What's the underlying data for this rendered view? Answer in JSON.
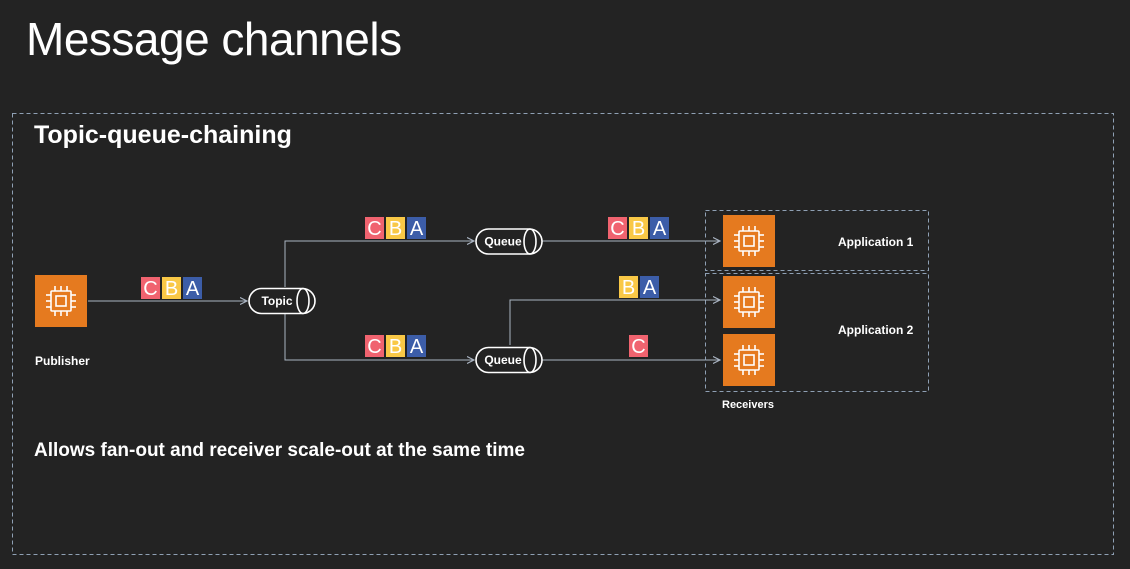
{
  "slide": {
    "title": "Message channels"
  },
  "section": {
    "title": "Topic-queue-chaining",
    "caption": "Allows fan-out and receiver scale-out at the same time"
  },
  "nodes": {
    "publisher": "Publisher",
    "topic": "Topic",
    "queue_top": "Queue",
    "queue_bottom": "Queue",
    "application_1": "Application 1",
    "application_2": "Application 2",
    "receivers": "Receivers"
  },
  "message_colors": {
    "C": "#f0636f",
    "B": "#f9c846",
    "A": "#3c5da8"
  },
  "message_groups": {
    "publisher_to_topic": [
      "C",
      "B",
      "A"
    ],
    "topic_to_queue_top": [
      "C",
      "B",
      "A"
    ],
    "topic_to_queue_bottom": [
      "C",
      "B",
      "A"
    ],
    "queue_top_to_app1": [
      "C",
      "B",
      "A"
    ],
    "queue_bottom_to_app2_a": [
      "B",
      "A"
    ],
    "queue_bottom_to_app2_b": [
      "C"
    ]
  },
  "colors": {
    "background": "#232323",
    "compute_icon": "#e57a1f",
    "line": "#aab4c2",
    "dashed_border": "#8fa0b4"
  },
  "icons": {
    "compute": "chip-icon"
  }
}
